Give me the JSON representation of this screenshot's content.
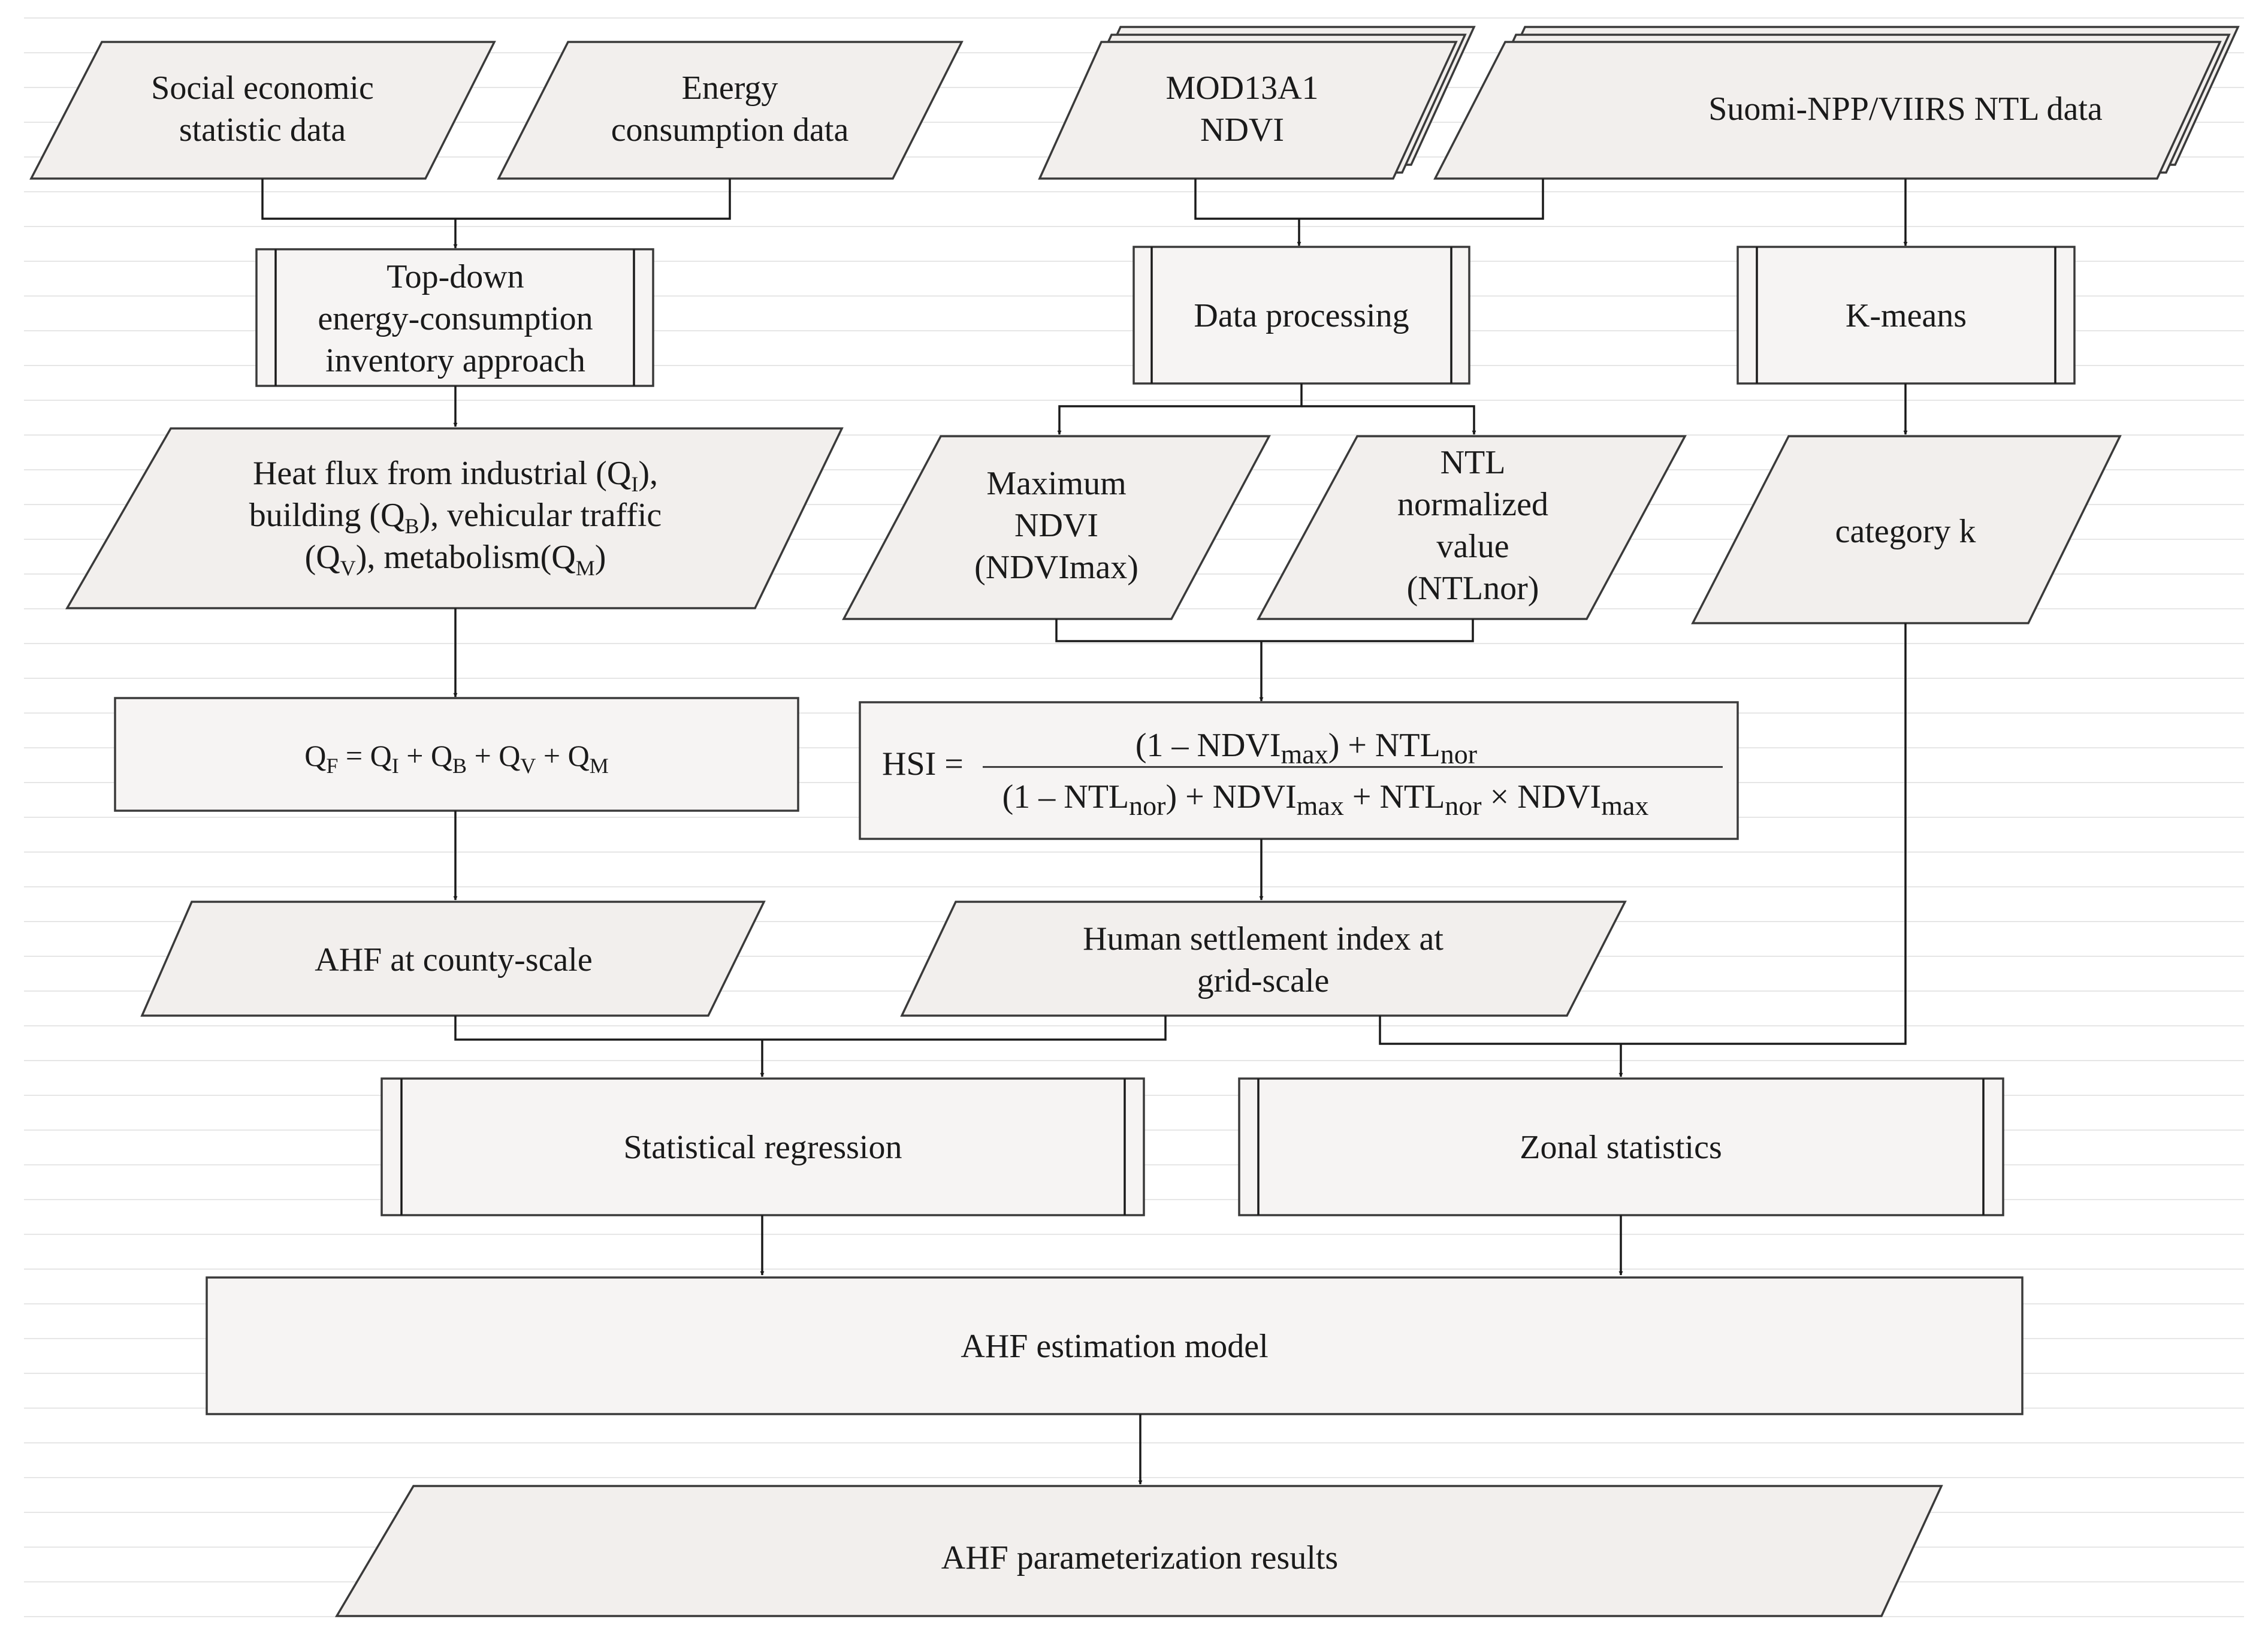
{
  "inputs": {
    "social": [
      "Social economic",
      "statistic data"
    ],
    "energy": [
      "Energy",
      "consumption data"
    ],
    "mod13a1": [
      "MOD13A1",
      "NDVI"
    ],
    "viirs": "Suomi-NPP/VIIRS  NTL data"
  },
  "processes": {
    "topdown": [
      "Top-down",
      "energy-consumption",
      "inventory approach"
    ],
    "data_processing": "Data processing",
    "kmeans": "K-means",
    "statistical_regression": "Statistical regression",
    "zonal_statistics": "Zonal statistics",
    "ahf_model": "AHF estimation model"
  },
  "heat_flux": {
    "line1": {
      "pre": "Heat flux from industrial (Q",
      "sub": "I",
      "post": "),"
    },
    "line2": {
      "pre": "building (Q",
      "sub": "B",
      "post": "), vehicular traffic"
    },
    "line3": {
      "a": "(Q",
      "sub1": "V",
      "b": "), metabolism(Q",
      "sub2": "M",
      "c": ")"
    }
  },
  "ndvi_max": [
    "Maximum",
    "NDVI",
    "(NDVImax)"
  ],
  "ntl_nor": [
    "NTL",
    "normalized",
    "value",
    "(NTLnor)"
  ],
  "category": "category k",
  "qf_equation": {
    "Q": "Q",
    "F": "F",
    "eq": " = ",
    "I": "I",
    "B": "B",
    "V": "V",
    "M": "M",
    "plus": " + "
  },
  "hsi_equation": {
    "lhs": "HSI =",
    "num_a": "(1 – NDVI",
    "max": "max",
    "num_b": ") + NTL",
    "nor": "nor",
    "den_a": "(1 – NTL",
    "den_b": ") + NDVI",
    "den_c": " + NTL",
    "den_d": " × NDVI"
  },
  "outputs": {
    "ahf_county": "AHF at county-scale",
    "hsi_grid": [
      "Human settlement index at",
      "grid-scale"
    ],
    "ahf_results": "AHF  parameterization results"
  }
}
